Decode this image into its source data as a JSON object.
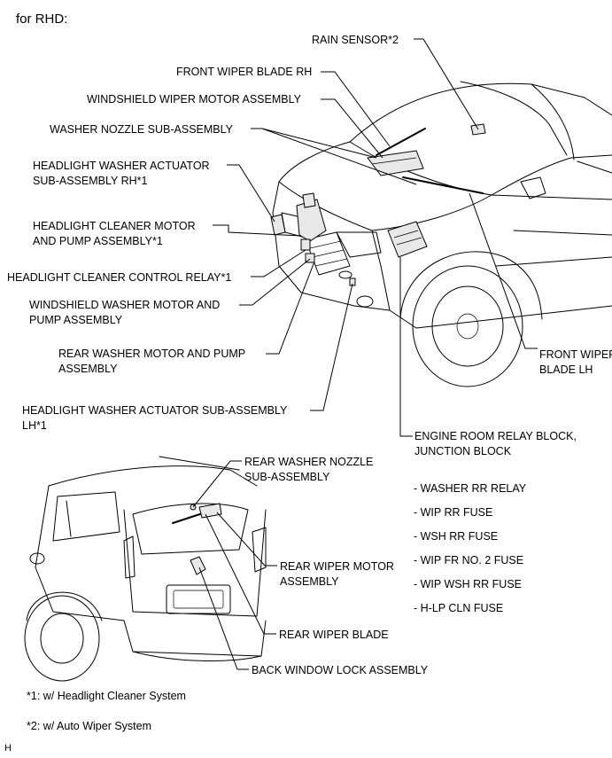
{
  "header": {
    "variant": "for RHD:"
  },
  "front_labels": {
    "rain_sensor": "RAIN SENSOR*2",
    "front_wiper_blade_rh": "FRONT WIPER BLADE RH",
    "ws_wiper_motor": "WINDSHIELD WIPER MOTOR ASSEMBLY",
    "washer_nozzle": "WASHER NOZZLE SUB-ASSEMBLY",
    "hl_washer_actuator_rh_1": "HEADLIGHT WASHER ACTUATOR",
    "hl_washer_actuator_rh_2": "SUB-ASSEMBLY RH*1",
    "hl_cleaner_motor_1": "HEADLIGHT CLEANER MOTOR",
    "hl_cleaner_motor_2": "AND PUMP ASSEMBLY*1",
    "hl_cleaner_relay": "HEADLIGHT CLEANER CONTROL RELAY*1",
    "ws_washer_motor_1": "WINDSHIELD WASHER MOTOR AND",
    "ws_washer_motor_2": "PUMP ASSEMBLY",
    "rear_washer_motor_1": "REAR WASHER MOTOR AND PUMP",
    "rear_washer_motor_2": "ASSEMBLY",
    "hl_washer_actuator_lh_1": "HEADLIGHT WASHER ACTUATOR SUB-ASSEMBLY",
    "hl_washer_actuator_lh_2": "LH*1",
    "front_wiper_blade_lh_1": "FRONT WIPER",
    "front_wiper_blade_lh_2": "BLADE LH",
    "engine_room_relay_1": "ENGINE ROOM RELAY BLOCK,",
    "engine_room_relay_2": "JUNCTION BLOCK"
  },
  "relay_block_contents": [
    "- WASHER RR RELAY",
    "- WIP RR FUSE",
    "- WSH RR FUSE",
    "- WIP FR NO. 2 FUSE",
    "- WIP WSH RR FUSE",
    "- H-LP CLN FUSE"
  ],
  "rear_labels": {
    "rear_washer_nozzle_1": "REAR WASHER NOZZLE",
    "rear_washer_nozzle_2": "SUB-ASSEMBLY",
    "rear_wiper_motor_1": "REAR WIPER MOTOR",
    "rear_wiper_motor_2": "ASSEMBLY",
    "rear_wiper_blade": "REAR WIPER BLADE",
    "back_window_lock": "BACK WINDOW LOCK ASSEMBLY"
  },
  "footnotes": [
    "*1: w/ Headlight Cleaner System",
    "*2: w/ Auto Wiper System"
  ],
  "figure_code": "H"
}
